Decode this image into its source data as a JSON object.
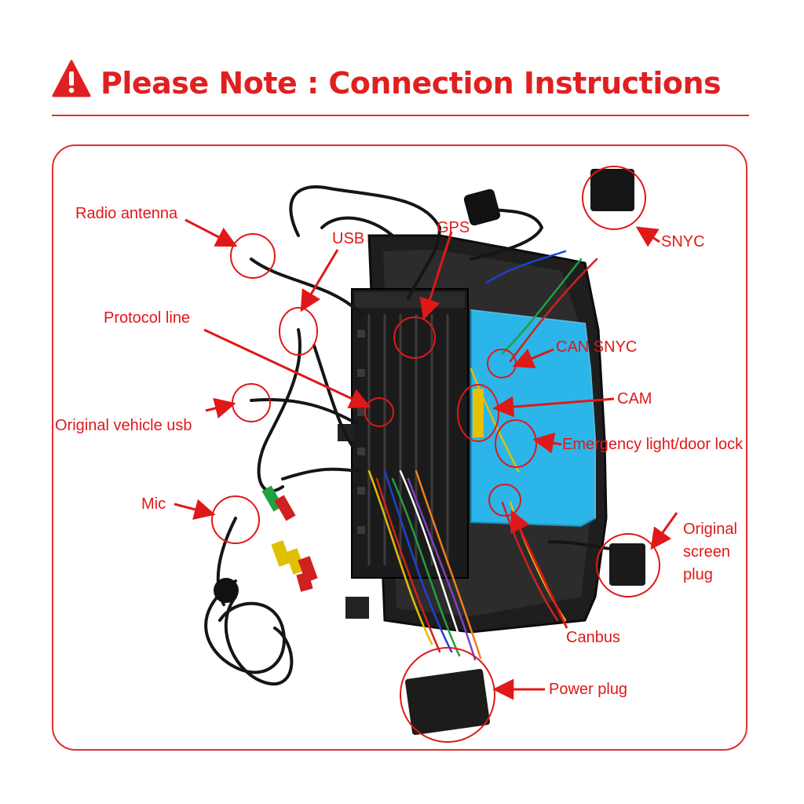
{
  "header": {
    "title": "Please Note : Connection Instructions"
  },
  "colors": {
    "accent": "#e02020",
    "panel_blue": "#2bb5e8",
    "unit_black": "#1b1b1b"
  },
  "labels": {
    "radio_antenna": "Radio antenna",
    "usb": "USB",
    "gps": "GPS",
    "snyc": "SNYC",
    "protocol_line": "Protocol line",
    "can_snyc": "CAN SNYC",
    "cam": "CAM",
    "original_vehicle_usb": "Original vehicle usb",
    "emergency_light": "Emergency light/door lock",
    "mic": "Mic",
    "original_screen_plug": "Original\nscreen\nplug",
    "canbus": "Canbus",
    "power_plug": "Power plug"
  }
}
